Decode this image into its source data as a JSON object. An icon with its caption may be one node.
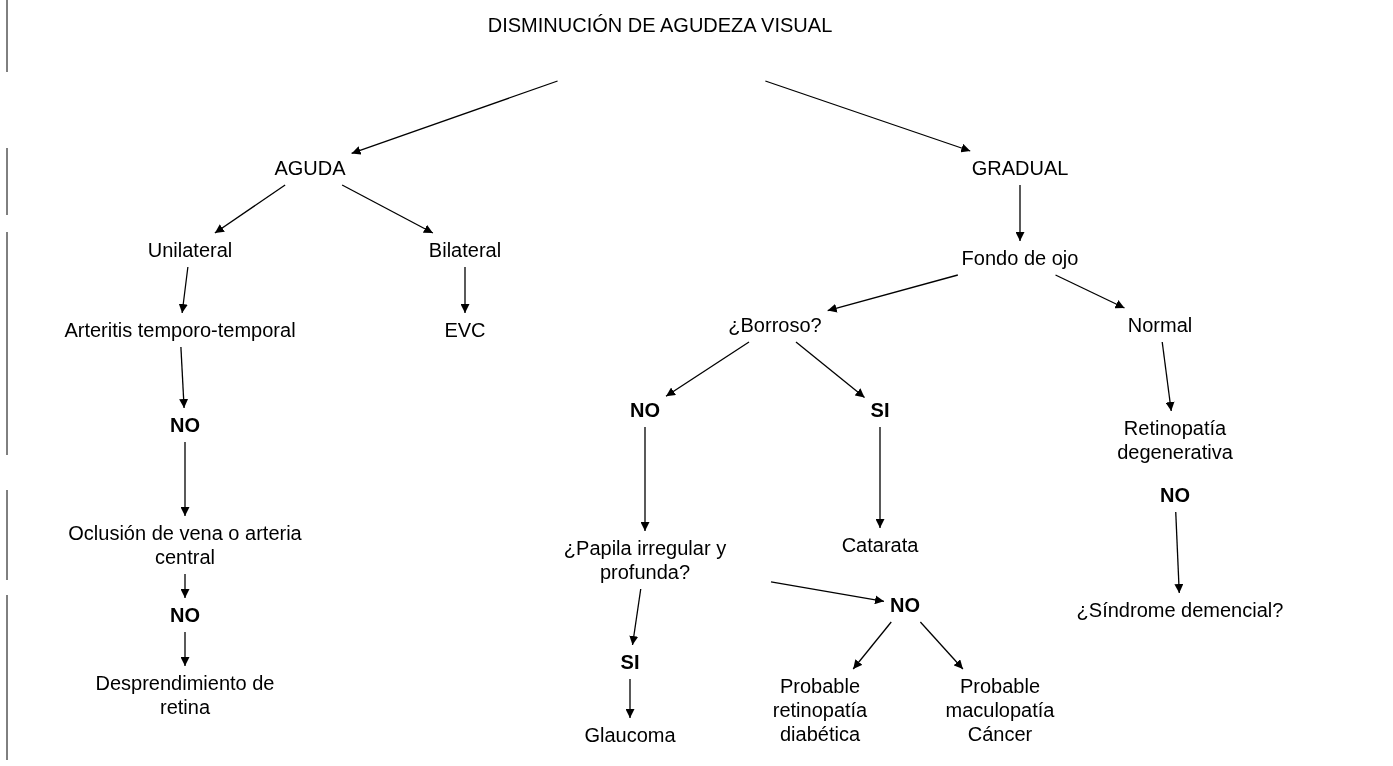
{
  "diagram": {
    "nodes": [
      {
        "text": [
          "DISMINUCIÓN DE AGUDEZA VISUAL"
        ]
      },
      {
        "text": [
          "AGUDA"
        ]
      },
      {
        "text": [
          "GRADUAL"
        ]
      },
      {
        "text": [
          "Unilateral"
        ]
      },
      {
        "text": [
          "Bilateral"
        ]
      },
      {
        "text": [
          "Arteritis temporo-temporal"
        ]
      },
      {
        "text": [
          "EVC"
        ]
      },
      {
        "text": [
          "NO"
        ]
      },
      {
        "text": [
          "Oclusión de vena o arteria central"
        ]
      },
      {
        "text": [
          "NO"
        ]
      },
      {
        "text": [
          "Desprendimiento de retina"
        ]
      },
      {
        "text": [
          "Fondo de ojo"
        ]
      },
      {
        "text": [
          "¿Borroso?"
        ]
      },
      {
        "text": [
          "Normal"
        ]
      },
      {
        "text": [
          "NO"
        ]
      },
      {
        "text": [
          "SI"
        ]
      },
      {
        "text": [
          "Catarata"
        ]
      },
      {
        "text": [
          "¿Papila irregular y profunda?"
        ]
      },
      {
        "text": [
          "SI"
        ]
      },
      {
        "text": [
          "Glaucoma"
        ]
      },
      {
        "text": [
          "NO"
        ]
      },
      {
        "text": [
          "Probable retinopatía diabética"
        ]
      },
      {
        "text": [
          "Probable maculopatía Cáncer"
        ]
      },
      {
        "text": [
          "Retinopatía degenerativa"
        ]
      },
      {
        "text": [
          "NO"
        ]
      },
      {
        "text": [
          "¿Síndrome demencial?"
        ]
      }
    ],
    "edges": [
      {
        "from": 0,
        "to": 1,
        "arrow": "to"
      },
      {
        "from": 0,
        "to": 2,
        "arrow": "to"
      },
      {
        "from": 1,
        "to": 3,
        "arrow": "to"
      },
      {
        "from": 1,
        "to": 4,
        "arrow": "to"
      },
      {
        "from": 3,
        "to": 5,
        "arrow": "to"
      },
      {
        "from": 4,
        "to": 6,
        "arrow": "to"
      },
      {
        "from": 5,
        "to": 7,
        "arrow": "to"
      },
      {
        "from": 7,
        "to": 8,
        "arrow": "to"
      },
      {
        "from": 8,
        "to": 9,
        "arrow": "to"
      },
      {
        "from": 9,
        "to": 10,
        "arrow": "to"
      },
      {
        "from": 2,
        "to": 11,
        "arrow": "to"
      },
      {
        "from": 11,
        "to": 12,
        "arrow": "to"
      },
      {
        "from": 11,
        "to": 13,
        "arrow": "to"
      },
      {
        "from": 12,
        "to": 14,
        "arrow": "to"
      },
      {
        "from": 12,
        "to": 15,
        "arrow": "to"
      },
      {
        "from": 15,
        "to": 16,
        "arrow": "to"
      },
      {
        "from": 14,
        "to": 17,
        "arrow": "to"
      },
      {
        "from": 17,
        "to": 18,
        "arrow": "to"
      },
      {
        "from": 18,
        "to": 19,
        "arrow": "to"
      },
      {
        "from": 17,
        "to": 20,
        "arrow": "to"
      },
      {
        "from": 20,
        "to": 21,
        "arrow": "to"
      },
      {
        "from": 20,
        "to": 22,
        "arrow": "to"
      },
      {
        "from": 13,
        "to": 23,
        "arrow": "to"
      },
      {
        "from": 24,
        "to": 25,
        "arrow": "to"
      }
    ]
  }
}
